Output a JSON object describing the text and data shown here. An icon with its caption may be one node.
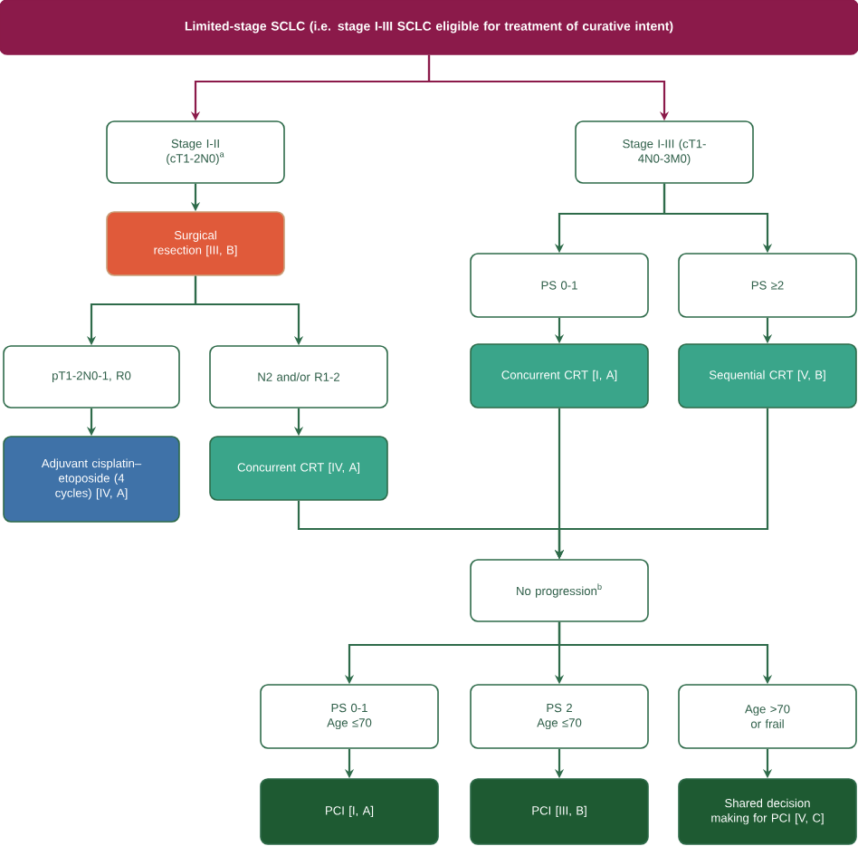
{
  "diagram": {
    "nodes": [
      {
        "text": [
          "Limited-stage SCLC (i.e. stage I-III SCLC eligible for treatment of curative intent)"
        ]
      },
      {
        "text": [
          "Stage I-II (cT1-2N0)$^{a}$"
        ]
      },
      {
        "text": [
          "Stage I-III (cT1-4N0-3M0)"
        ]
      },
      {
        "text": [
          "Surgical resection [III, B]"
        ]
      },
      {
        "text": [
          "PS 0-1"
        ]
      },
      {
        "text": [
          "PS ≥2"
        ]
      },
      {
        "text": [
          "pT1-2N0-1, R0"
        ]
      },
      {
        "text": [
          "N2 and/or R1-2"
        ]
      },
      {
        "text": [
          "Concurrent CRT [I, A]"
        ]
      },
      {
        "text": [
          "Sequential CRT [V, B]"
        ]
      },
      {
        "text": [
          "Adjuvant cisplatin–etoposide (4 cycles) [IV, A]"
        ]
      },
      {
        "text": [
          "Concurrent CRT [IV, A]"
        ]
      },
      {
        "text": [
          "No progression$^{b}$"
        ]
      },
      {
        "text": [
          "PS 0-1 Age ≤70"
        ]
      },
      {
        "text": [
          "PS 2 Age ≤70"
        ]
      },
      {
        "text": [
          "Age >70 or frail"
        ]
      },
      {
        "text": [
          "PCI [I, A]"
        ]
      },
      {
        "text": [
          "PCI [III, B]"
        ]
      },
      {
        "text": [
          "Shared decision making for PCI [V, C]"
        ]
      }
    ],
    "edges": [
      {
        "from": 0,
        "to": 1,
        "arrow": "to",
        "color": "#8b1a4a"
      },
      {
        "from": 0,
        "to": 2,
        "arrow": "to",
        "color": "#8b1a4a"
      },
      {
        "from": 1,
        "to": 3,
        "arrow": "to"
      },
      {
        "from": 3,
        "to": 6,
        "arrow": "to"
      },
      {
        "from": 3,
        "to": 7,
        "arrow": "to"
      },
      {
        "from": 2,
        "to": 4,
        "arrow": "to"
      },
      {
        "from": 2,
        "to": 5,
        "arrow": "to"
      },
      {
        "from": 4,
        "to": 8,
        "arrow": "to"
      },
      {
        "from": 5,
        "to": 9,
        "arrow": "to"
      },
      {
        "from": 6,
        "to": 10,
        "arrow": "to"
      },
      {
        "from": 7,
        "to": 11,
        "arrow": "to"
      },
      {
        "from": 8,
        "to": 12,
        "arrow": "to"
      },
      {
        "from": 9,
        "to": 12,
        "arrow": "to"
      },
      {
        "from": 11,
        "to": 12,
        "arrow": "to"
      },
      {
        "from": 12,
        "to": 13,
        "arrow": "to"
      },
      {
        "from": 12,
        "to": 14,
        "arrow": "to"
      },
      {
        "from": 12,
        "to": 15,
        "arrow": "to"
      },
      {
        "from": 13,
        "to": 16,
        "arrow": "to"
      },
      {
        "from": 14,
        "to": 17,
        "arrow": "to"
      },
      {
        "from": 15,
        "to": 18,
        "arrow": "to"
      }
    ]
  }
}
